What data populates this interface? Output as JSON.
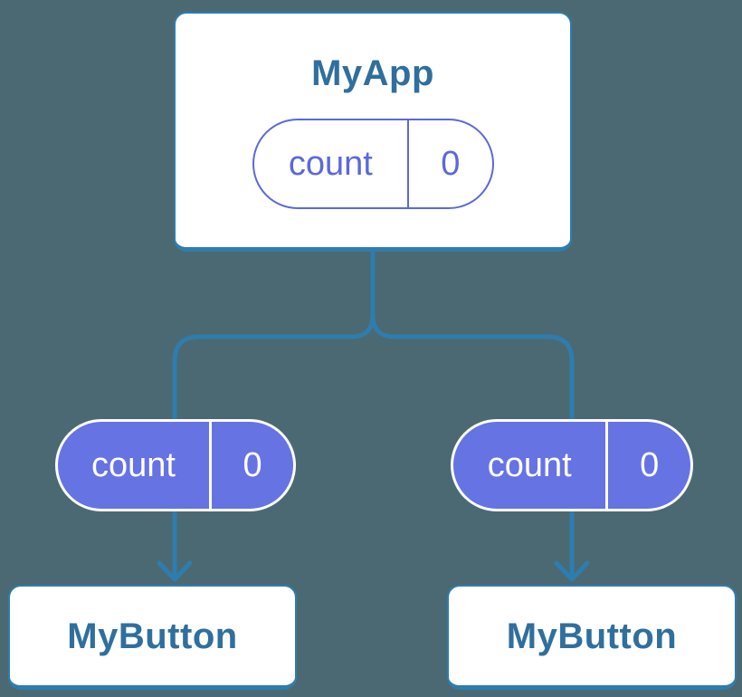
{
  "colors": {
    "background": "#4b6973",
    "line-blue": "#2e7dae",
    "title-blue": "#2f6f9e",
    "purple-fill": "#6673e2",
    "purple-border": "#5c68dd",
    "purple-text": "#5c68dd",
    "card-bg": "#ffffff",
    "pill-text-light": "#ffffff"
  },
  "diagram": {
    "root": {
      "title": "MyApp",
      "state": {
        "label": "count",
        "value": "0"
      }
    },
    "children": [
      {
        "title": "MyButton",
        "prop": {
          "label": "count",
          "value": "0"
        }
      },
      {
        "title": "MyButton",
        "prop": {
          "label": "count",
          "value": "0"
        }
      }
    ]
  }
}
